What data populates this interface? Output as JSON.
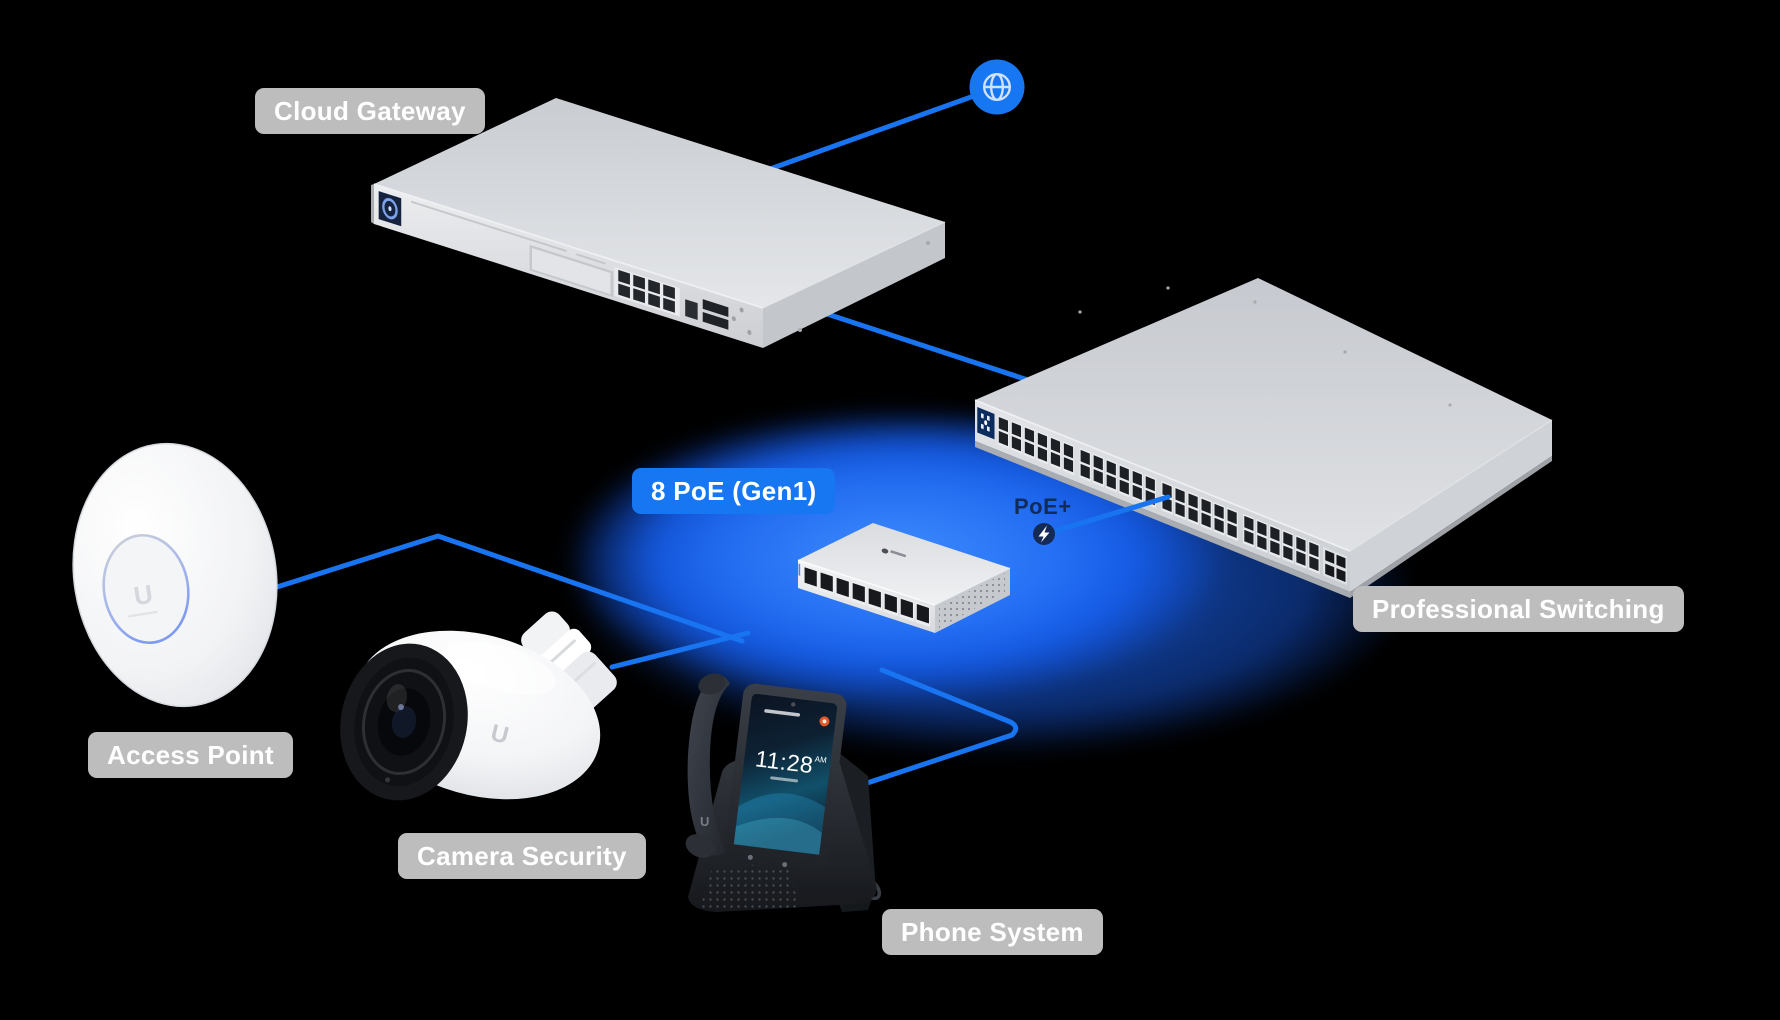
{
  "colors": {
    "background": "#000000",
    "accent_blue": "#1777f2",
    "line_blue": "#1874f0",
    "glow_blue": "#1d6ff5",
    "pill_gray": "#bdbdbd",
    "pill_text": "#ffffff"
  },
  "labels": {
    "cloud_gateway": "Cloud Gateway",
    "poe_switch": "8 PoE (Gen1)",
    "professional_switching": "Professional Switching",
    "access_point": "Access Point",
    "camera_security": "Camera Security",
    "phone_system": "Phone System",
    "poe_plus": "PoE+"
  },
  "phone_screen": {
    "time": "11:28",
    "meridiem": "AM"
  },
  "device_marks": {
    "ap_logo": "U",
    "camera_logo": "U",
    "phone_logo": "U"
  },
  "icons": {
    "internet": "globe-icon",
    "poe_power": "lightning-icon"
  }
}
